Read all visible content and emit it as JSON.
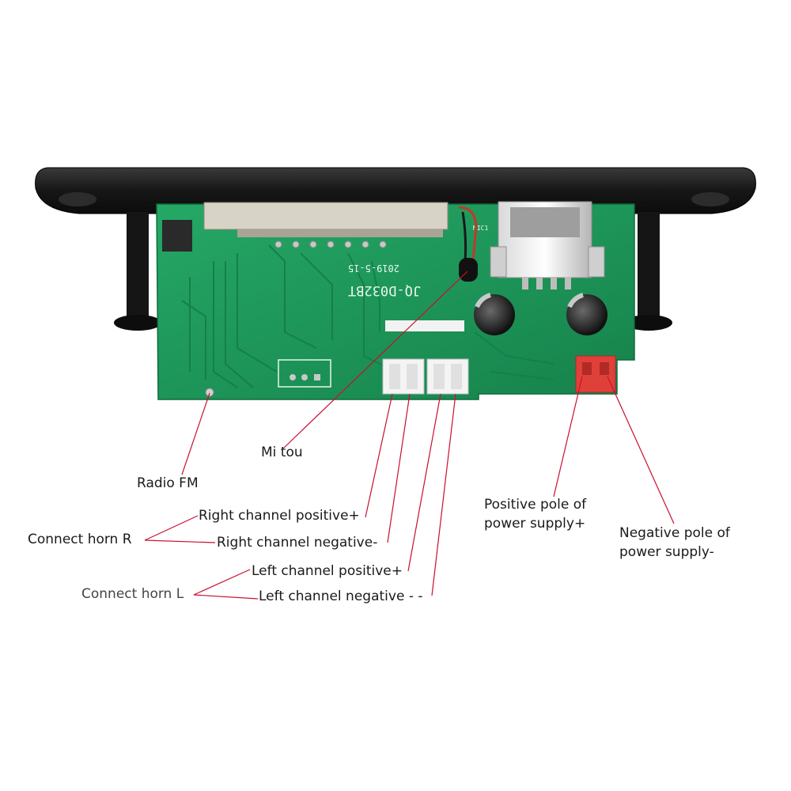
{
  "board": {
    "model_text": "JQ-D032BT",
    "date_text": "2019-5-15",
    "mic_text": "MIC1"
  },
  "labels": {
    "mi_tou": "Mi tou",
    "radio_fm": "Radio FM",
    "right_pos": "Right channel positive+",
    "right_neg": "Right channel negative-",
    "left_pos": "Left channel positive+",
    "left_neg": "Left channel negative - -",
    "horn_r": "Connect horn R",
    "horn_l": "Connect horn L",
    "pos_pole_1": "Positive pole of",
    "pos_pole_2": "power supply+",
    "neg_pole_1": "Negative pole of",
    "neg_pole_2": "power supply-"
  },
  "colors": {
    "pcb": "#1f9a5c",
    "leader": "#c8102e",
    "panel": "#1c1c1c"
  }
}
